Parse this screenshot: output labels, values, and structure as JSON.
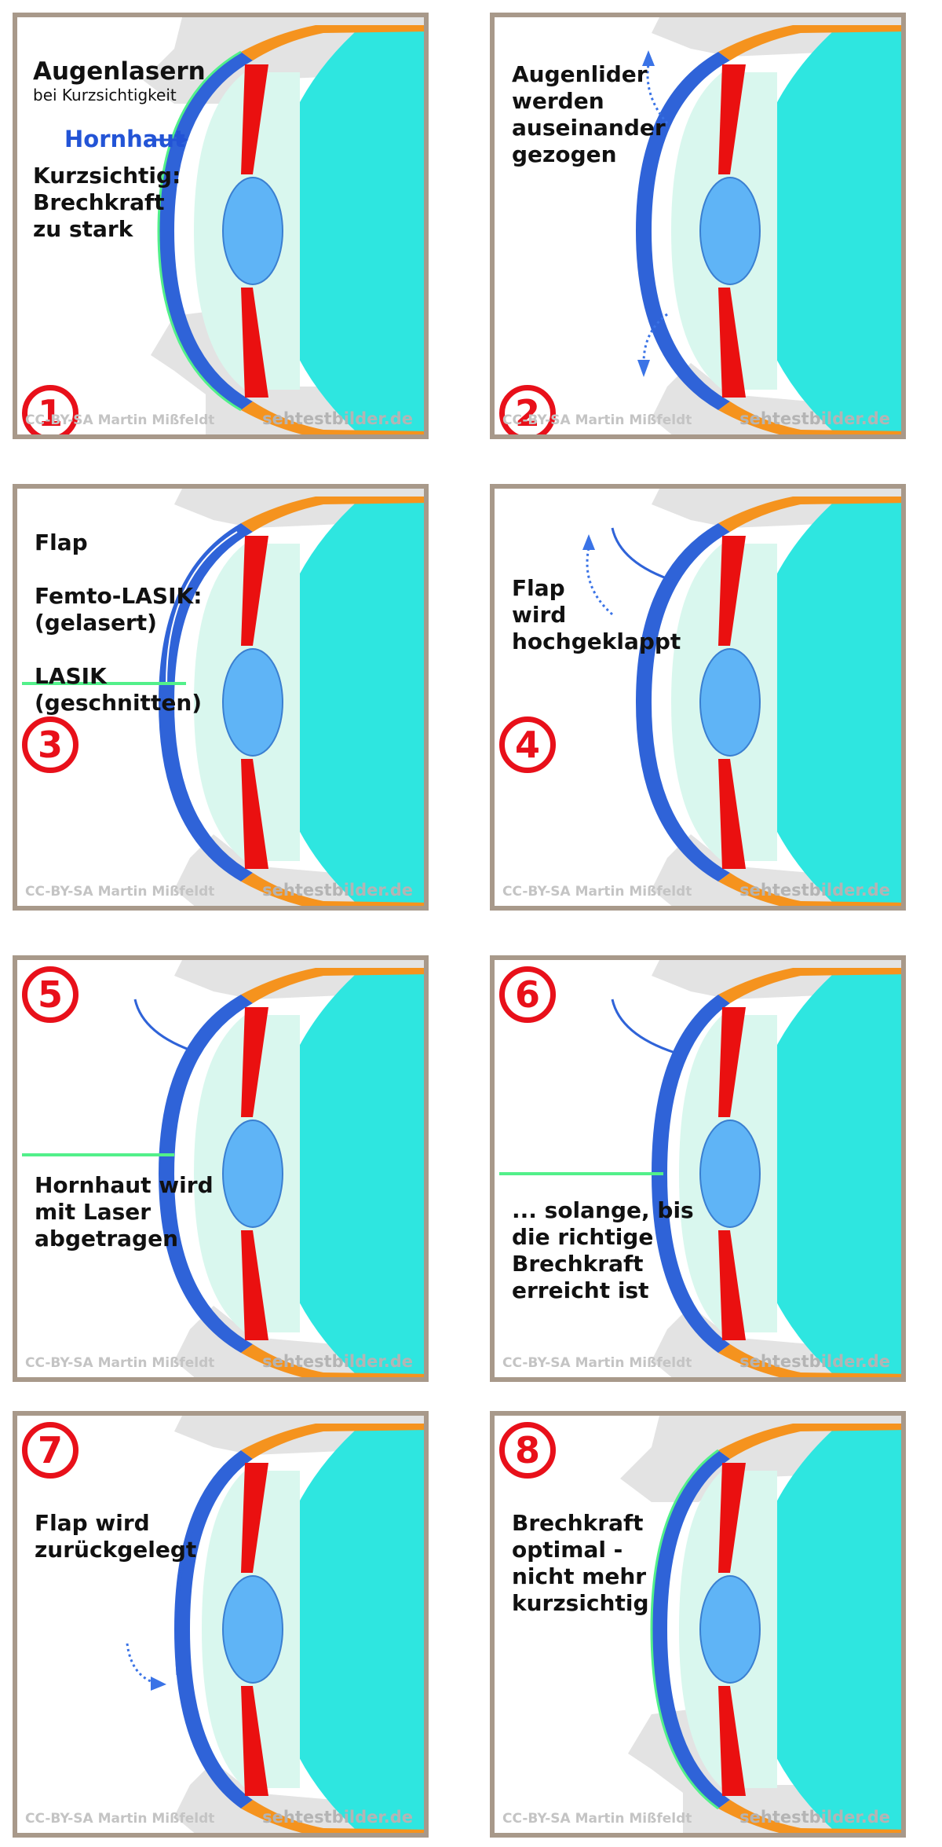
{
  "panels": [
    {
      "number": "1",
      "title": "Augenlasern",
      "subtitle": "bei Kurzsichtigkeit",
      "label": "Hornhaut",
      "caption": "Kurzsichtig:\nBrechkraft\nzu stark"
    },
    {
      "number": "2",
      "caption": "Augenlider\nwerden\nauseinander\ngezogen"
    },
    {
      "number": "3",
      "caption": "Flap\n\nFemto-LASIK:\n(gelasert)\n\nLASIK\n(geschnitten)"
    },
    {
      "number": "4",
      "caption": "Flap\nwird\nhochgeklappt"
    },
    {
      "number": "5",
      "caption": "Hornhaut wird\nmit Laser\nabgetragen"
    },
    {
      "number": "6",
      "caption": "... solange, bis\ndie richtige\nBrechkraft\nerreicht ist"
    },
    {
      "number": "7",
      "caption": "Flap wird\nzurückgelegt"
    },
    {
      "number": "8",
      "caption": "Brechkraft\noptimal -\nnicht mehr\nkurzsichtig"
    }
  ],
  "credit": "CC-BY-SA Martin Mißfeldt",
  "site": "sehtestbilder.de",
  "colors": {
    "frame": "#a8998a",
    "number": "#e8101a",
    "cornea": "#2f63d8",
    "lens": "#5fb4f6",
    "vitreous": "#2ee6e0",
    "aqueous": "#d9f7ee",
    "iris": "#f5931e",
    "ciliary": "#ea1010",
    "laser": "#52f08a",
    "eyelid": "#e3e3e3",
    "arrow": "#3a73e6"
  }
}
